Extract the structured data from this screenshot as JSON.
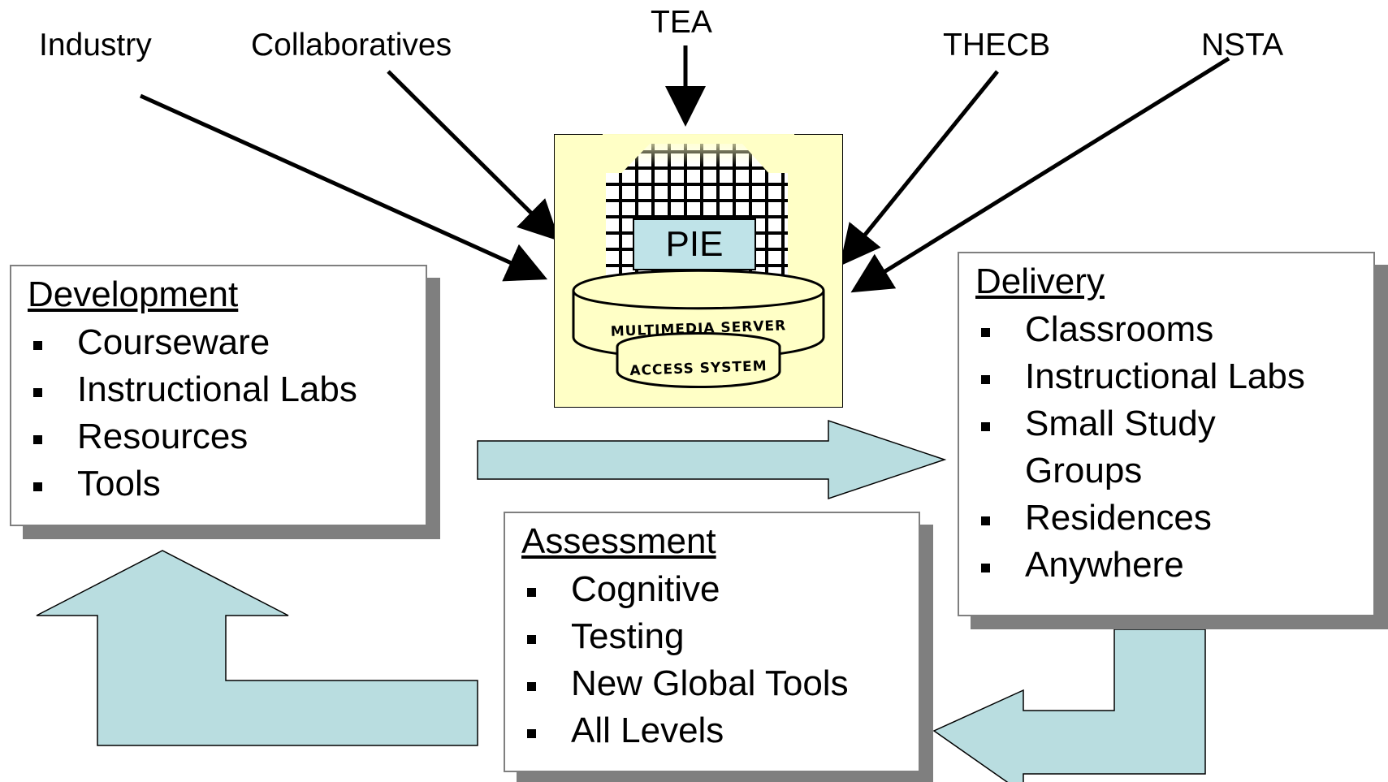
{
  "sources": {
    "industry": "Industry",
    "collaboratives": "Collaboratives",
    "tea": "TEA",
    "thecb": "THECB",
    "nsta": "NSTA"
  },
  "server": {
    "title": "PIE",
    "ring_top_text": "MULTIMEDIA SERVER",
    "ring_bottom_text": "ACCESS SYSTEM"
  },
  "development": {
    "title": "Development",
    "items": [
      "Courseware",
      "Instructional Labs",
      "Resources",
      "Tools"
    ]
  },
  "delivery": {
    "title": "Delivery",
    "items": [
      "Classrooms",
      "Instructional Labs",
      "Small Study",
      "Groups",
      "Residences",
      "Anywhere"
    ]
  },
  "assessment": {
    "title": "Assessment",
    "items": [
      "Cognitive",
      "Testing",
      "New Global Tools",
      "All Levels"
    ]
  },
  "colors": {
    "flow_arrow_fill": "#b9dde0",
    "server_background": "#ffffc6",
    "pie_label_fill": "#bfe3e8",
    "box_shadow": "#7f7f7f"
  },
  "icons": {
    "server": "server-tower-icon",
    "bullet": "square-bullet-icon"
  }
}
